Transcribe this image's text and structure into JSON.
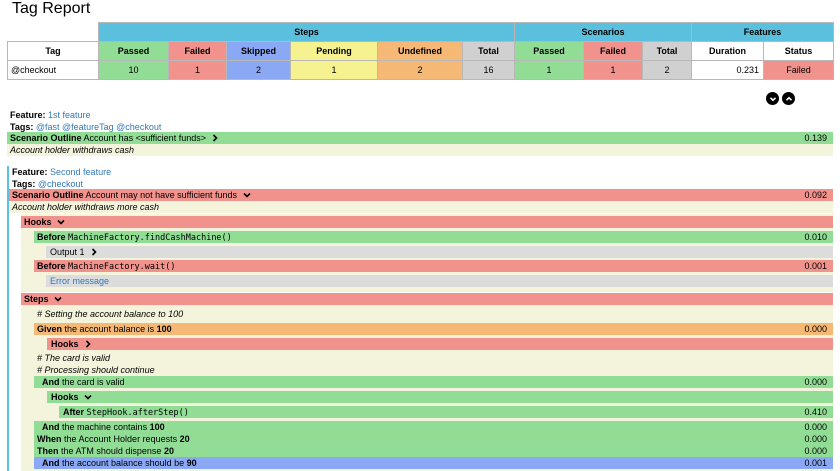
{
  "page": {
    "title": "Tag Report"
  },
  "summary": {
    "groups": {
      "steps": "Steps",
      "scenarios": "Scenarios",
      "features": "Features"
    },
    "headers": {
      "tag": "Tag",
      "steps_passed": "Passed",
      "steps_failed": "Failed",
      "steps_skipped": "Skipped",
      "steps_pending": "Pending",
      "steps_undefined": "Undefined",
      "steps_total": "Total",
      "sc_passed": "Passed",
      "sc_failed": "Failed",
      "sc_total": "Total",
      "duration": "Duration",
      "status": "Status"
    },
    "row": {
      "tag": "@checkout",
      "steps_passed": "10",
      "steps_failed": "1",
      "steps_skipped": "2",
      "steps_pending": "1",
      "steps_undefined": "2",
      "steps_total": "16",
      "sc_passed": "1",
      "sc_failed": "1",
      "sc_total": "2",
      "duration": "0.231",
      "status": "Failed"
    }
  },
  "features": [
    {
      "keyword": "Feature:",
      "name": "1st feature",
      "tags_label": "Tags:",
      "tags": "@fast @featureTag @checkout",
      "scenario": {
        "keyword": "Scenario Outline",
        "name": "Account has <sufficient funds>",
        "duration": "0.139"
      },
      "description": "Account holder withdraws cash"
    },
    {
      "keyword": "Feature:",
      "name": "Second feature",
      "tags_label": "Tags:",
      "tags": "@checkout",
      "scenario": {
        "keyword": "Scenario Outline",
        "name": "Account may not have sufficient funds",
        "duration": "0.092"
      },
      "description": "Account holder withdraws more cash",
      "hooks": {
        "label": "Hooks",
        "before1": {
          "keyword": "Before",
          "name": "MachineFactory.findCashMachine()",
          "duration": "0.010"
        },
        "output": "Output 1",
        "before2": {
          "keyword": "Before",
          "name": "MachineFactory.wait()",
          "duration": "0.001"
        },
        "error": "Error message"
      },
      "steps": {
        "label": "Steps",
        "comment1": "# Setting the account balance to 100",
        "given": {
          "keyword": "Given",
          "pre": "the account balance is",
          "arg": "100",
          "duration": "0.000"
        },
        "hooks_label": "Hooks",
        "comment2": "# The card is valid",
        "comment3": "# Processing should continue",
        "and_card": {
          "keyword": "And",
          "name": "the card is valid",
          "duration": "0.000"
        },
        "hooks2_label": "Hooks",
        "after": {
          "keyword": "After",
          "name": "StepHook.afterStep()",
          "duration": "0.410"
        },
        "and_machine": {
          "keyword": "And",
          "pre": "the machine contains",
          "arg": "100",
          "duration": "0.000"
        },
        "when": {
          "keyword": "When",
          "pre": "the Account Holder requests",
          "arg": "20",
          "duration": "0.000"
        },
        "then": {
          "keyword": "Then",
          "pre": "the ATM should dispense",
          "arg": "20",
          "duration": "0.000"
        },
        "and_balance": {
          "keyword": "And",
          "pre": "the account balance should be",
          "arg": "90",
          "duration": "0.001"
        }
      }
    }
  ],
  "icons": {
    "expand_all": "chevron-down-circle-icon",
    "collapse_all": "chevron-up-circle-icon",
    "chevron_right": "chevron-right-icon",
    "chevron_down": "chevron-down-icon"
  },
  "colors": {
    "passed": "#92dd96",
    "failed": "#f2928c",
    "skipped": "#8aa8f4",
    "pending": "#f5f28f",
    "undefined": "#f5b975",
    "header": "#5bc0de"
  }
}
